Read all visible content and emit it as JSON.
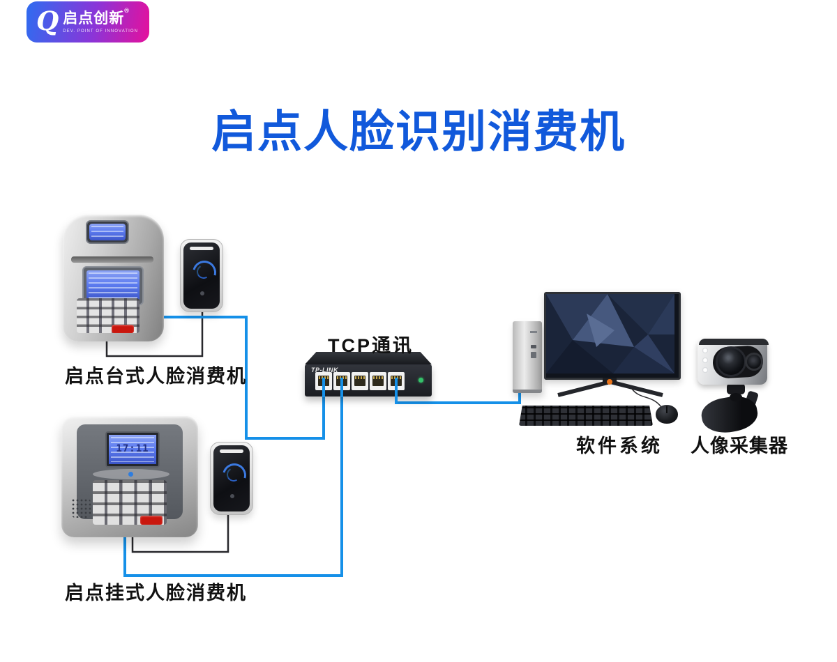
{
  "logo": {
    "q_glyph": "Q",
    "brand": "启点创新",
    "registered": "®",
    "tagline": "DEV. POINT OF INNOVATION"
  },
  "title": "启点人脸识别消费机",
  "labels": {
    "desktop_machine": "启点台式人脸消费机",
    "wall_machine": "启点挂式人脸消费机",
    "tcp": "TCP通讯",
    "software": "软件系统",
    "camera": "人像采集器"
  },
  "devices": {
    "switch_brand": "TP-LINK",
    "wall_lcd_time": "17:11"
  },
  "colors": {
    "title_blue": "#1159db",
    "wire_blue": "#1590e8",
    "logo_blue": "#2f6cf0",
    "logo_magenta": "#e5109c",
    "lcd_blue": "#5d7cf0",
    "alarm_red": "#c9170e"
  }
}
